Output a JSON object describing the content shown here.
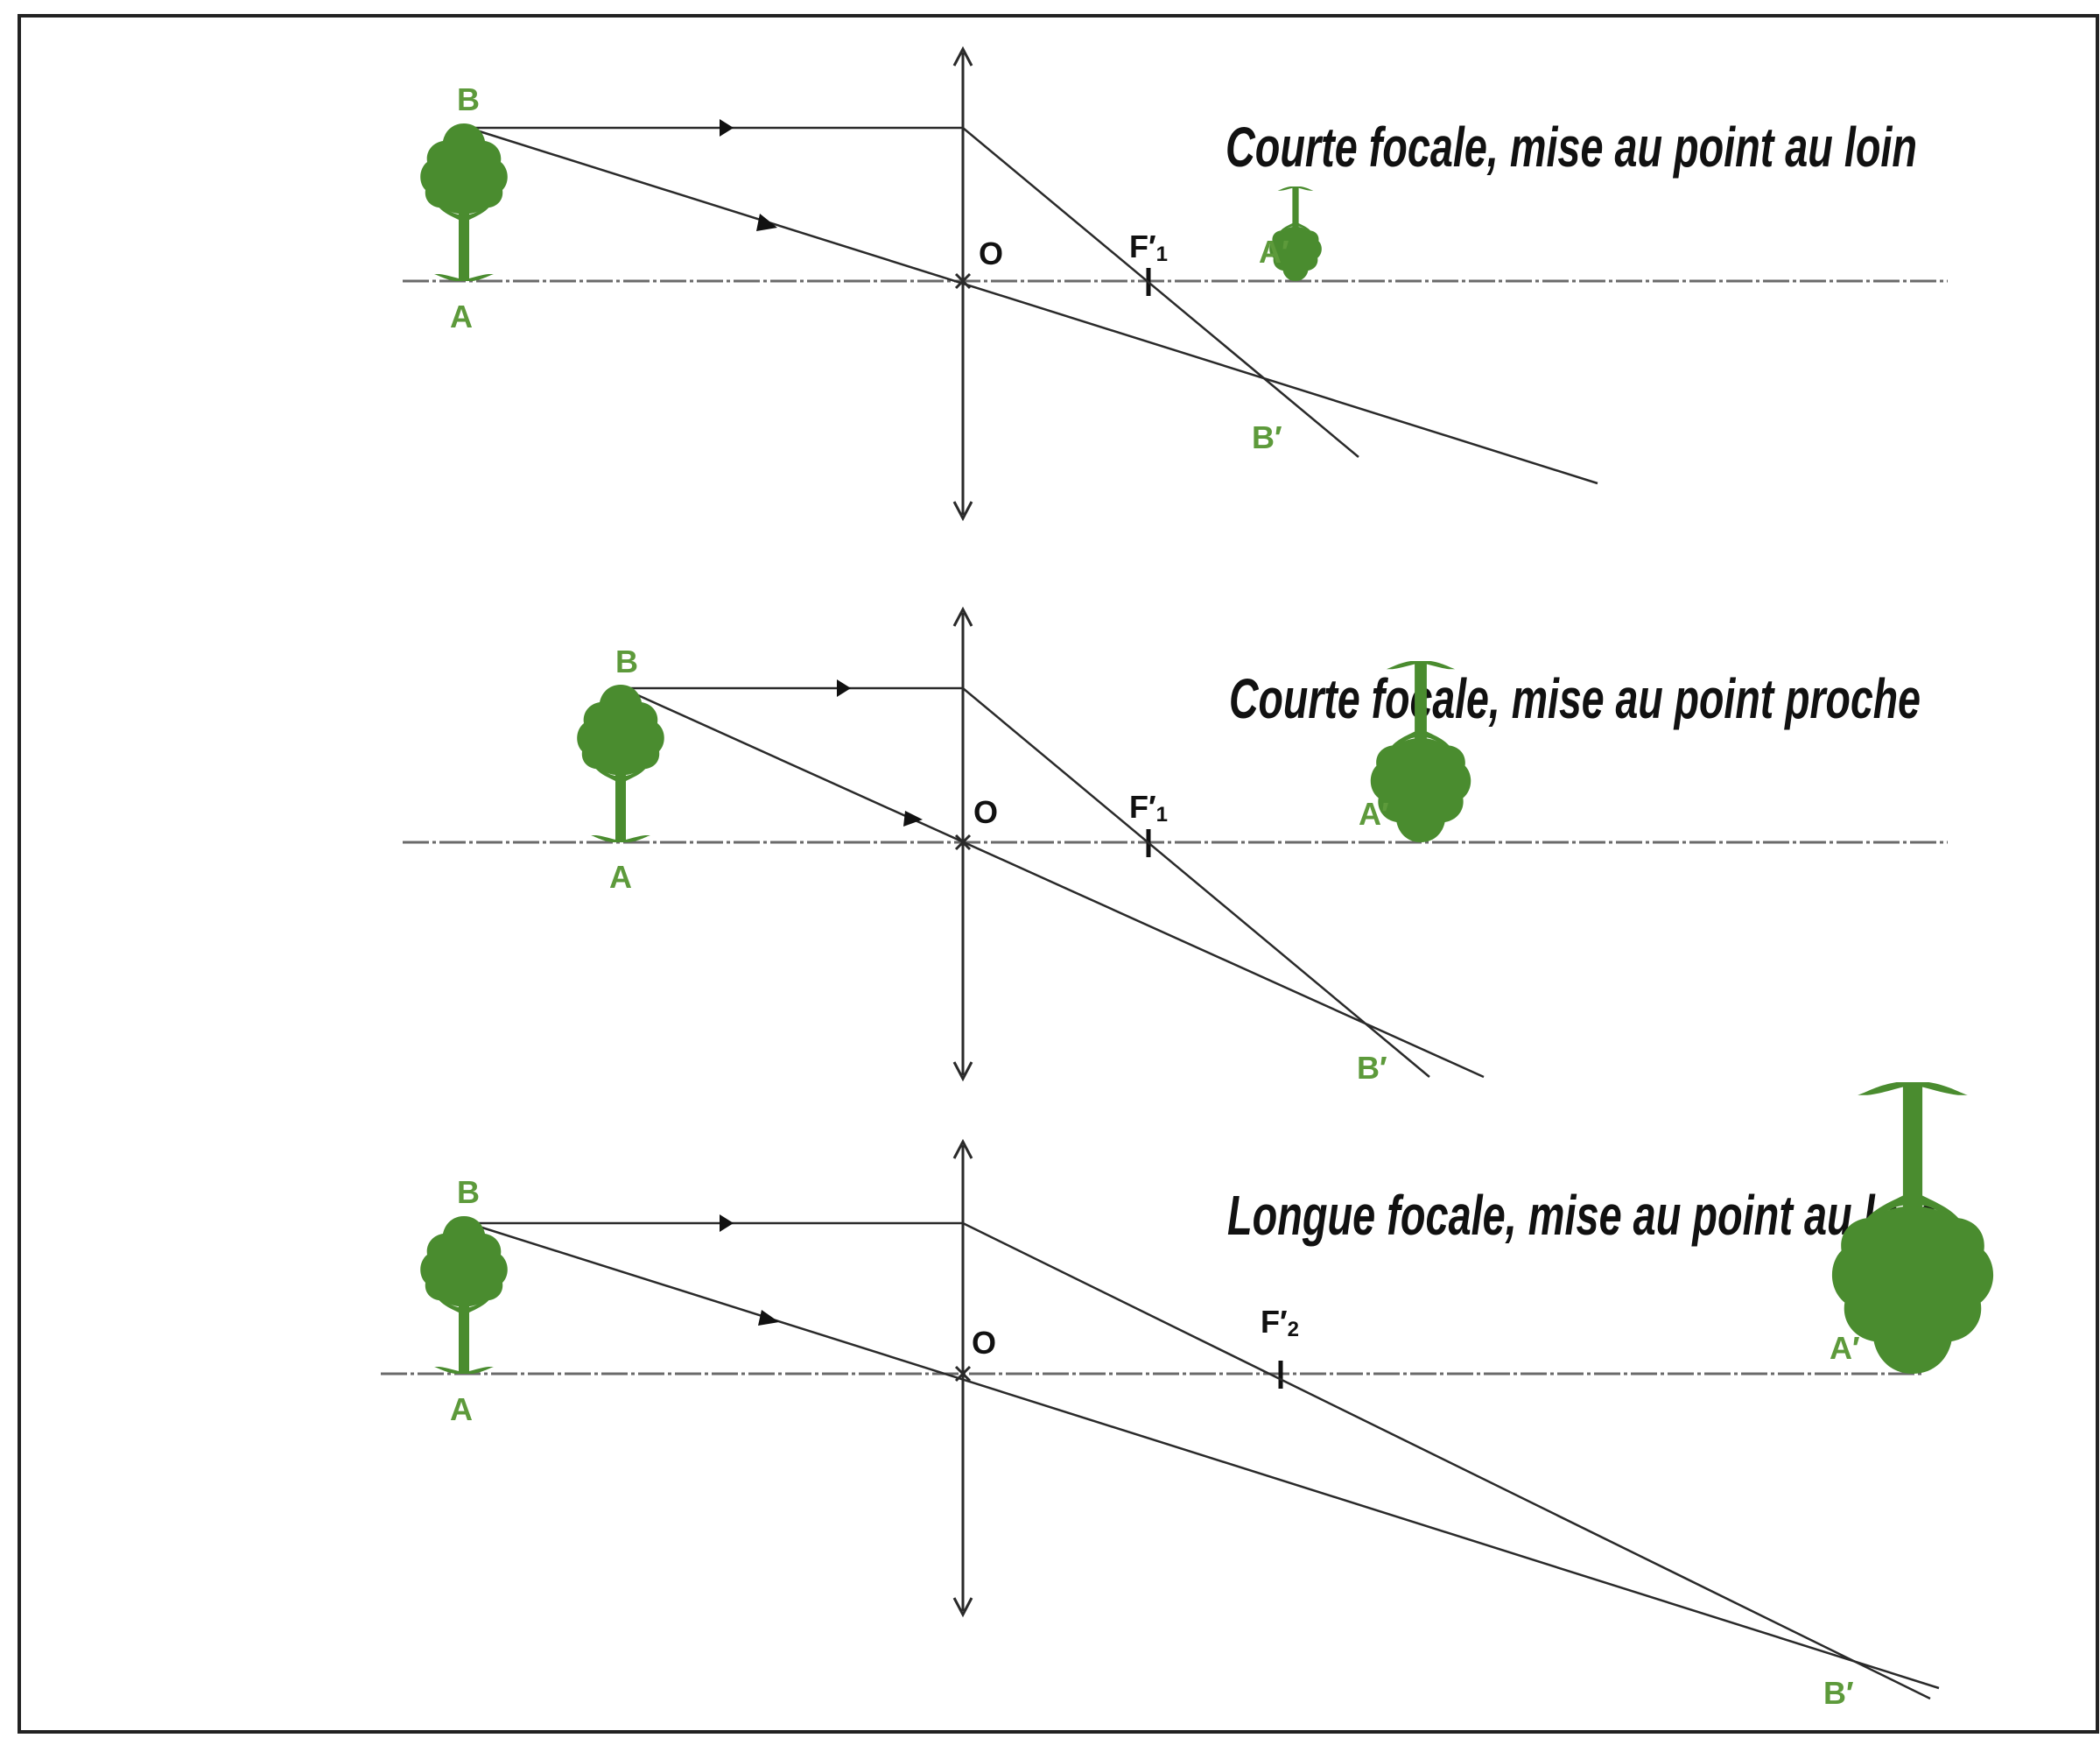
{
  "colors": {
    "tree": "#4a8c2f",
    "label_green": "#5d9a3b",
    "ray": "#2a2a2a",
    "axis": "#6a6a6a",
    "border": "#222222"
  },
  "panels": [
    {
      "title": "Courte focale, mise au point au loin",
      "labels": {
        "object_top": "B",
        "object_base": "A",
        "center": "O",
        "focal": "F′",
        "focal_sub": "1",
        "image_base": "A′",
        "image_top": "B′"
      }
    },
    {
      "title": "Courte focale, mise au point proche",
      "labels": {
        "object_top": "B",
        "object_base": "A",
        "center": "O",
        "focal": "F′",
        "focal_sub": "1",
        "image_base": "A′",
        "image_top": "B′"
      }
    },
    {
      "title": "Longue focale, mise au point au loin",
      "labels": {
        "object_top": "B",
        "object_base": "A",
        "center": "O",
        "focal": "F′",
        "focal_sub": "2",
        "image_base": "A′",
        "image_top": "B′"
      }
    }
  ]
}
